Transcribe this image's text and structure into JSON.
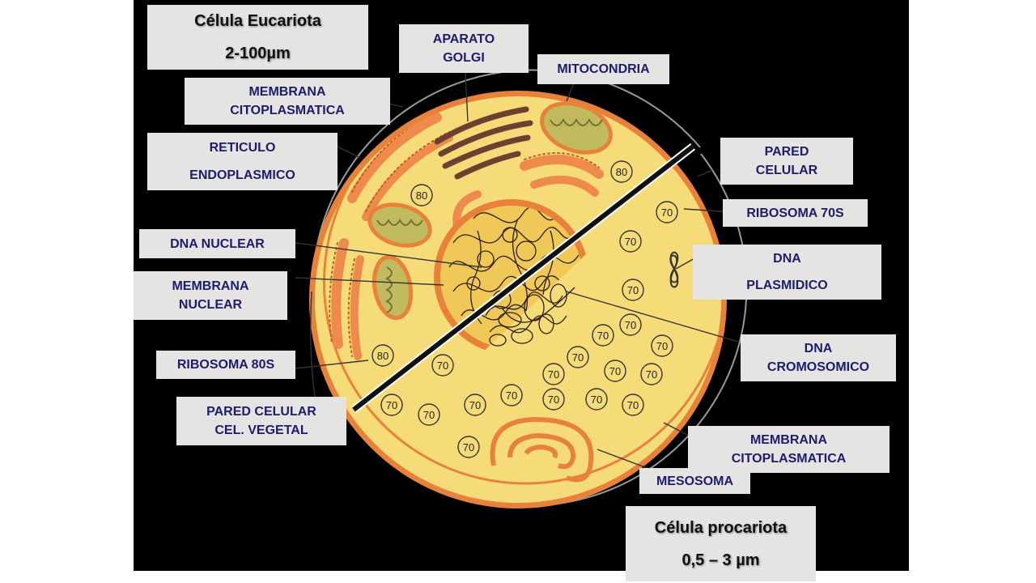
{
  "slide": {
    "background": "#000000",
    "label_bg": "#e6e4e2",
    "label_color": "#1c1c6e"
  },
  "eukaryote": {
    "title": "Célula Eucariota",
    "size": "2-100µm",
    "labels": {
      "golgi": [
        "APARATO",
        "GOLGI"
      ],
      "mitocondria": "MITOCONDRIA",
      "membrana_citoplasmatica": [
        "MEMBRANA",
        "CITOPLASMATICA"
      ],
      "reticulo": [
        "RETICULO",
        "ENDOPLASMICO"
      ],
      "dna_nuclear": "DNA NUCLEAR",
      "membrana_nuclear": [
        "MEMBRANA",
        "NUCLEAR"
      ],
      "ribosoma_80s": "RIBOSOMA 80S",
      "pared_celular_vegetal": [
        "PARED CELULAR",
        "CEL. VEGETAL"
      ]
    },
    "ribosome_mark": "80"
  },
  "prokaryote": {
    "title": "Célula procariota",
    "size": "0,5 – 3 µm",
    "labels": {
      "pared_celular": [
        "PARED",
        "CELULAR"
      ],
      "ribosoma_70s": "RIBOSOMA 70S",
      "dna_plasmidico": [
        "DNA",
        "PLASMIDICO"
      ],
      "dna_cromosomico": [
        "DNA",
        "CROMOSOMICO"
      ],
      "membrana_citoplasmatica": [
        "MEMBRANA",
        "CITOPLASMATICA"
      ],
      "mesosoma": "MESOSOMA"
    },
    "ribosome_mark": "70"
  },
  "colors": {
    "cytoplasm": "#f6dc78",
    "membrane": "#e8823a",
    "organelle_orange": "#ee8a4c",
    "mitochondria_fill": "#c2ba5e",
    "golgi": "#6e4030",
    "nucleus": "#f0c858"
  }
}
